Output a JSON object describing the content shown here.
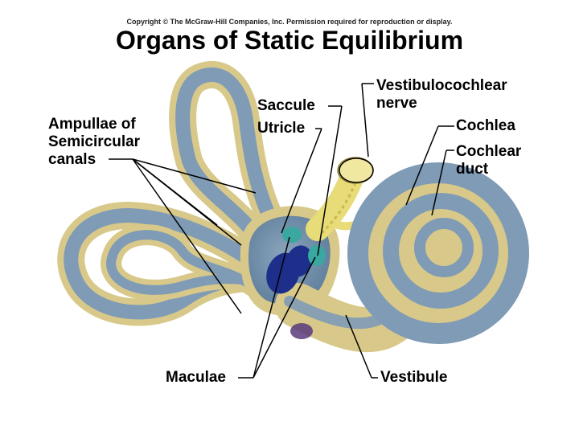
{
  "copyright": "Copyright © The McGraw-Hill Companies, Inc. Permission required for reproduction or display.",
  "title": "Organs of Static Equilibrium",
  "labels": {
    "ampullae_line1": "Ampullae of",
    "ampullae_line2": "Semicircular",
    "ampullae_line3": "canals",
    "saccule": "Saccule",
    "utricle": "Utricle",
    "vestibulocochlear_line1": "Vestibulocochlear",
    "vestibulocochlear_line2": "nerve",
    "cochlea": "Cochlea",
    "cochlear_duct_line1": "Cochlear",
    "cochlear_duct_line2": "duct",
    "maculae": "Maculae",
    "vestibule": "Vestibule"
  },
  "colors": {
    "bone": "#d8c98a",
    "membrane": "#7f9bb5",
    "macula_dark": "#1d2f8a",
    "macula_teal": "#3aa7a0",
    "nerve": "#e8dc78"
  }
}
